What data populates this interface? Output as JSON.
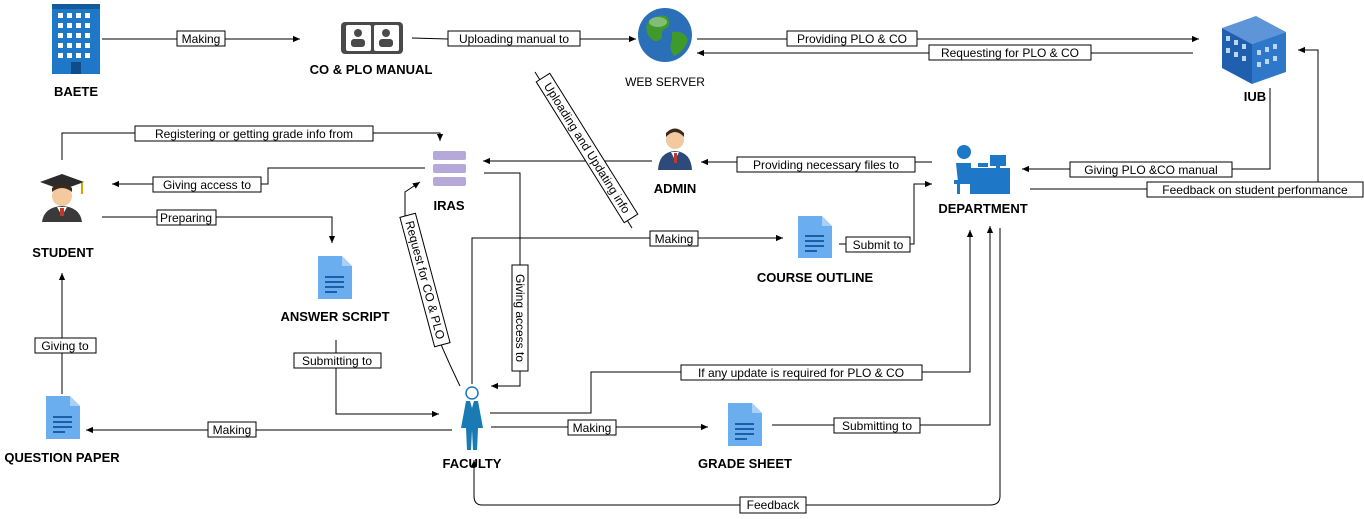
{
  "nodes": {
    "baete": "BAETE",
    "manual": "CO & PLO MANUAL",
    "webserver": "WEB SERVER",
    "iub": "IUB",
    "student": "STUDENT",
    "iras": "IRAS",
    "admin": "ADMIN",
    "department": "DEPARTMENT",
    "course_outline": "COURSE OUTLINE",
    "answer_script": "ANSWER SCRIPT",
    "question_paper": "QUESTION PAPER",
    "faculty": "FACULTY",
    "grade_sheet": "GRADE SHEET"
  },
  "edges": {
    "making_manual": "Making",
    "uploading_manual": "Uploading manual to",
    "providing_plo": "Providing PLO & CO",
    "requesting_plo": "Requesting for PLO & CO",
    "registering": "Registering or getting grade info from",
    "uploading_updating": "Uploading and Updating info",
    "giving_access_student": "Giving access to",
    "providing_files": "Providing necessary files to",
    "giving_manual": "Giving PLO &CO manual",
    "feedback_perf": "Feedback on student perfonmance",
    "preparing": "Preparing",
    "making_outline": "Making",
    "submit_to": "Submit to",
    "request_co_plo": "Request for CO & PLO",
    "giving_access_faculty": "Giving access to",
    "giving_to": "Giving to",
    "submitting_to_faculty": "Submitting to",
    "if_update": "If any update is required for PLO & CO",
    "making_question": "Making",
    "making_grade": "Making",
    "submitting_to_dept": "Submitting to",
    "feedback": "Feedback"
  },
  "colors": {
    "building_blue": "#1f77c7",
    "doc_blue": "#6aaef0",
    "faculty_blue": "#1a7ab3",
    "iras_purple": "#b6a8d9",
    "globe_blue": "#2a6fb8",
    "globe_green": "#3f9a2b"
  }
}
